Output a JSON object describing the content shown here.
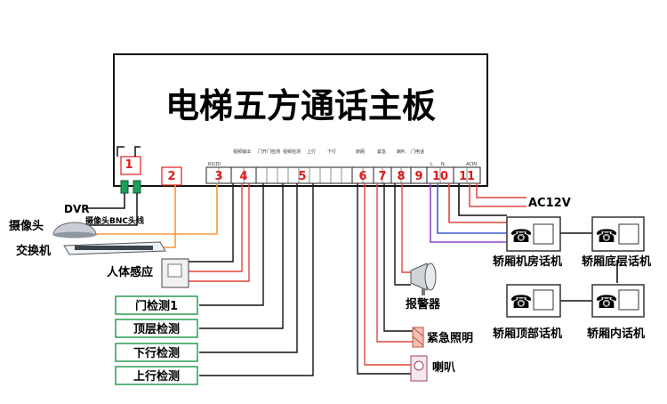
{
  "board": {
    "title": "电梯五方通话主板",
    "tiny_labels": [
      "RX/DI",
      "视频输出",
      "门开门检测",
      "视频检测",
      "上行",
      "下行",
      "轿厢",
      "紧急",
      "喇叭",
      "门电话",
      "L",
      "N",
      "ACIN"
    ],
    "terminals": [
      {
        "label": "1",
        "color": "#e21b1b"
      },
      {
        "label": "2",
        "color": "#e21b1b"
      },
      {
        "label": "3",
        "color": "#e21b1b"
      },
      {
        "label": "4",
        "color": "#e21b1b"
      },
      {
        "label": "5",
        "color": "#e21b1b"
      },
      {
        "label": "6",
        "color": "#e21b1b"
      },
      {
        "label": "7",
        "color": "#e21b1b"
      },
      {
        "label": "8",
        "color": "#e21b1b"
      },
      {
        "label": "9",
        "color": "#e21b1b"
      },
      {
        "label": "10",
        "color": "#e21b1b"
      },
      {
        "label": "11",
        "color": "#e21b1b"
      }
    ]
  },
  "left_devices": {
    "dvr": "DVR",
    "camera": "摄像头",
    "camera_bnc": "摄像头BNC头线",
    "switch": "交换机",
    "motion_sensor": "人体感应"
  },
  "detect_boxes": [
    "门检测1",
    "顶层检测",
    "下行检测",
    "上行检测"
  ],
  "right_devices": {
    "power": "AC12V",
    "alarm": "报警器",
    "emergency_light": "紧急照明",
    "speaker": "喇叭"
  },
  "phones": {
    "machine_room": "轿厢机房话机",
    "pit": "轿厢底层话机",
    "car_top": "轿厢顶部话机",
    "car_inside": "轿厢内话机"
  },
  "colors": {
    "terminal_red": "#e21b1b",
    "wire_orange": "#f39a3c",
    "wire_red": "#e2473a",
    "wire_blue": "#3b5bd6",
    "wire_purple": "#8a48c8",
    "connector_green": "#1fa05a",
    "detect_box_border": "#2a9e52"
  }
}
